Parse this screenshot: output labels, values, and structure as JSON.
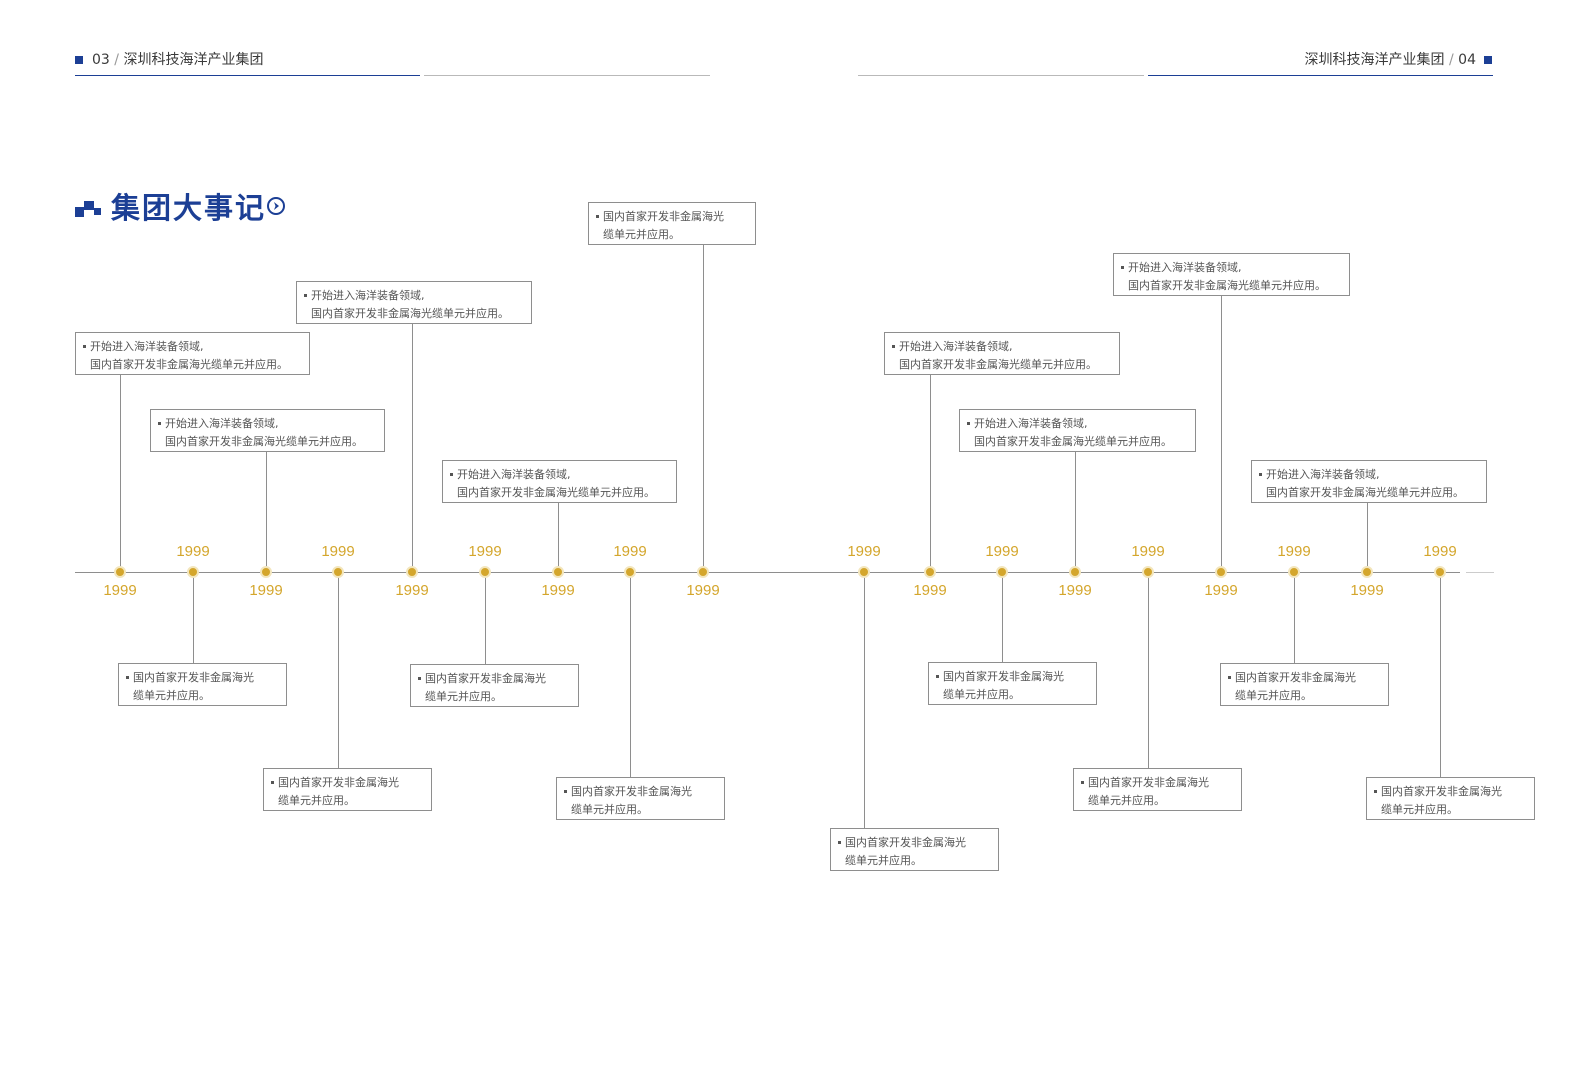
{
  "header": {
    "left_page": "03",
    "left_sep": "/",
    "left_company": "深圳科技海洋产业集团",
    "right_company": "深圳科技海洋产业集团",
    "right_sep": "/",
    "right_page": "04"
  },
  "section": {
    "title": "集团大事记"
  },
  "colors": {
    "brand_blue": "#1c3f95",
    "accent_gold": "#d4a62c",
    "line_gray": "#8e8e8e"
  },
  "timeline": [
    {
      "year": "1999",
      "line1": "开始进入海洋装备领域,",
      "line2": "国内首家开发非金属海光缆单元并应用。"
    },
    {
      "year": "1999",
      "line1": "国内首家开发非金属海光",
      "line2": "缆单元并应用。"
    },
    {
      "year": "1999",
      "line1": "开始进入海洋装备领域,",
      "line2": "国内首家开发非金属海光缆单元并应用。"
    },
    {
      "year": "1999",
      "line1": "国内首家开发非金属海光",
      "line2": "缆单元并应用。"
    },
    {
      "year": "1999",
      "line1": "开始进入海洋装备领域,",
      "line2": "国内首家开发非金属海光缆单元并应用。"
    },
    {
      "year": "1999",
      "line1": "国内首家开发非金属海光",
      "line2": "缆单元并应用。"
    },
    {
      "year": "1999",
      "line1": "开始进入海洋装备领域,",
      "line2": "国内首家开发非金属海光缆单元并应用。"
    },
    {
      "year": "1999",
      "line1": "国内首家开发非金属海光",
      "line2": "缆单元并应用。"
    },
    {
      "year": "1999",
      "line1": "国内首家开发非金属海光",
      "line2": "缆单元并应用。"
    },
    {
      "year": "1999",
      "line1": "国内首家开发非金属海光",
      "line2": "缆单元并应用。"
    },
    {
      "year": "1999",
      "line1": "开始进入海洋装备领域,",
      "line2": "国内首家开发非金属海光缆单元并应用。"
    },
    {
      "year": "1999",
      "line1": "国内首家开发非金属海光",
      "line2": "缆单元并应用。"
    },
    {
      "year": "1999",
      "line1": "开始进入海洋装备领域,",
      "line2": "国内首家开发非金属海光缆单元并应用。"
    },
    {
      "year": "1999",
      "line1": "国内首家开发非金属海光",
      "line2": "缆单元并应用。"
    },
    {
      "year": "1999",
      "line1": "开始进入海洋装备领域,",
      "line2": "国内首家开发非金属海光缆单元并应用。"
    },
    {
      "year": "1999",
      "line1": "国内首家开发非金属海光",
      "line2": "缆单元并应用。"
    },
    {
      "year": "1999",
      "line1": "开始进入海洋装备领域,",
      "line2": "国内首家开发非金属海光缆单元并应用。"
    },
    {
      "year": "1999",
      "line1": "国内首家开发非金属海光",
      "line2": "缆单元并应用。"
    }
  ]
}
